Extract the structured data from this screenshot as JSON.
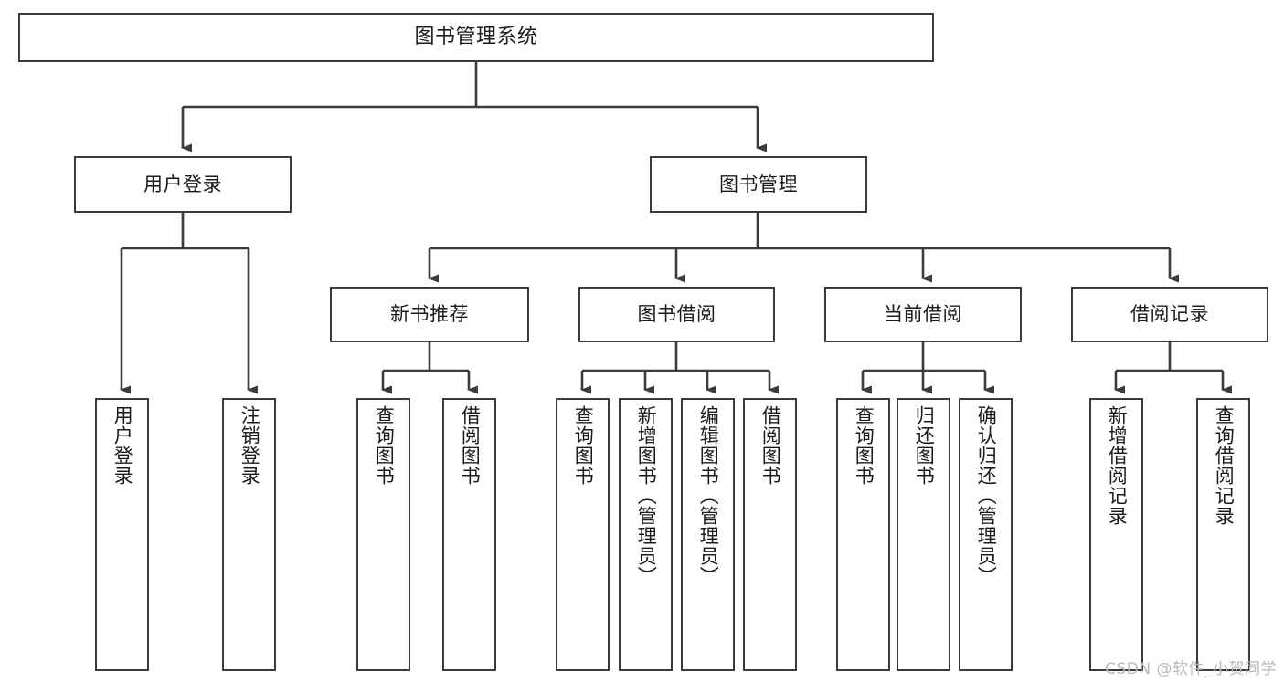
{
  "diagram": {
    "type": "tree",
    "title": "图书管理系统",
    "root": {
      "label": "图书管理系统"
    },
    "level2": [
      {
        "label": "用户登录"
      },
      {
        "label": "图书管理"
      }
    ],
    "level3": [
      {
        "label": "新书推荐"
      },
      {
        "label": "图书借阅"
      },
      {
        "label": "当前借阅"
      },
      {
        "label": "借阅记录"
      }
    ],
    "leaves": {
      "user_login": [
        {
          "label": "用户登录"
        },
        {
          "label": "注销登录"
        }
      ],
      "new_book_recommend": [
        {
          "label": "查询图书"
        },
        {
          "label": "借阅图书"
        }
      ],
      "book_borrow": [
        {
          "label": "查询图书"
        },
        {
          "label": "新增图书（管理员）"
        },
        {
          "label": "编辑图书（管理员）"
        },
        {
          "label": "借阅图书"
        }
      ],
      "current_borrow": [
        {
          "label": "查询图书"
        },
        {
          "label": "归还图书"
        },
        {
          "label": "确认归还（管理员）"
        }
      ],
      "borrow_record": [
        {
          "label": "新增借阅记录"
        },
        {
          "label": "查询借阅记录"
        }
      ]
    },
    "watermark": "CSDN @软件_小贺同学",
    "colors": {
      "stroke": "#3b3b3b",
      "background": "#ffffff",
      "text": "#1b1b1b",
      "watermark": "#b9b9b9"
    }
  }
}
